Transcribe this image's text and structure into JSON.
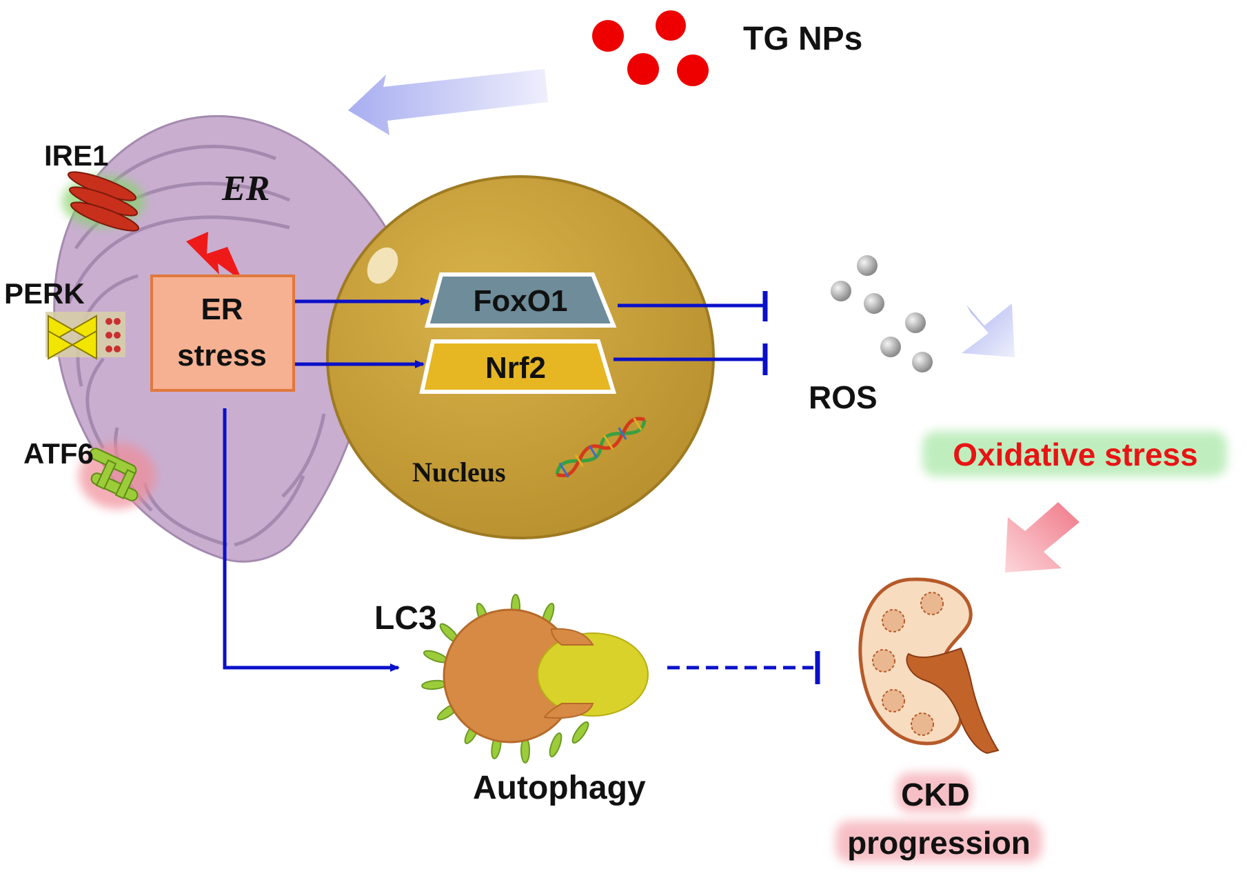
{
  "labels": {
    "tg_nps": "TG NPs",
    "ire1": "IRE1",
    "er": "ER",
    "perk": "PERK",
    "atf6": "ATF6",
    "er_stress_line1": "ER",
    "er_stress_line2": "stress",
    "foxo1": "FoxO1",
    "nrf2": "Nrf2",
    "nucleus": "Nucleus",
    "ros": "ROS",
    "oxidative_stress": "Oxidative stress",
    "lc3": "LC3",
    "autophagy": "Autophagy",
    "ckd_line1": "CKD",
    "ckd_line2": "progression"
  },
  "colors": {
    "arrow_blue": "#0a10c8",
    "np_red": "#ee0000",
    "er_purple": "#c9aed0",
    "nucleus_gold": "#c9a13c",
    "er_stress_box": "#f5b191",
    "foxo1_box": "#6e8c99",
    "nrf2_box": "#e6b723",
    "oxidative_text": "#e81414",
    "kidney": "#f8dcc0"
  }
}
